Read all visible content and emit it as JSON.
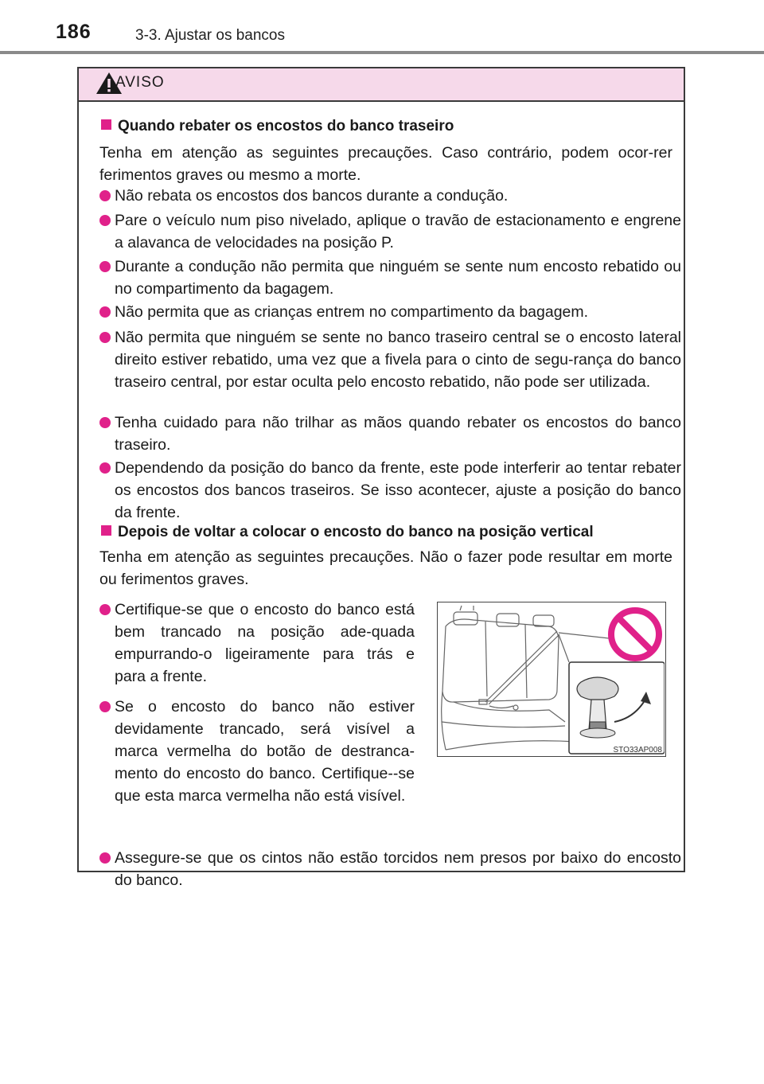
{
  "header": {
    "page_number": "186",
    "section_title": "3-3. Ajustar os bancos"
  },
  "warning": {
    "title": "AVISO",
    "colors": {
      "accent": "#e0218a",
      "header_bg": "#f6d9ea"
    },
    "section1": {
      "heading": "Quando rebater os encostos do banco traseiro",
      "intro": "Tenha em atenção as seguintes precauções. Caso contrário, podem ocor-rer ferimentos graves ou mesmo a morte.",
      "bullets": [
        "Não rebata os encostos dos bancos durante a condução.",
        "Pare o veículo num piso nivelado, aplique o travão de estacionamento e engrene a alavanca de velocidades na posição P.",
        "Durante a condução não permita que ninguém se sente num encosto rebatido ou no compartimento da bagagem.",
        "Não permita que as crianças entrem no compartimento da bagagem.",
        "Não permita que ninguém se sente no banco traseiro central se o encosto lateral direito estiver rebatido, uma vez que a fivela para o cinto de segu-rança do banco traseiro central, por estar oculta pelo encosto rebatido, não pode ser utilizada.",
        "Tenha cuidado para não trilhar as mãos quando rebater os encostos do banco traseiro.",
        "Dependendo da posição do banco da frente, este pode interferir ao tentar rebater os encostos dos bancos traseiros. Se isso acontecer, ajuste a posição do banco da frente."
      ]
    },
    "section2": {
      "heading": "Depois de voltar a colocar o encosto do banco na posição vertical",
      "intro": "Tenha em atenção as seguintes precauções. Não o fazer pode resultar em morte ou ferimentos graves.",
      "bullets": [
        "Certifique-se que o encosto do banco está bem trancado na posição ade-quada empurrando-o ligeiramente para trás e para a frente.",
        "Se o encosto do banco não estiver devidamente trancado, será visível a marca vermelha do botão de destranca-mento do encosto do banco. Certifique--se que esta marca vermelha não está visível.",
        "Assegure-se que os cintos não estão torcidos nem presos por baixo do encosto do banco."
      ],
      "figure_code": "STO33AP008"
    }
  }
}
